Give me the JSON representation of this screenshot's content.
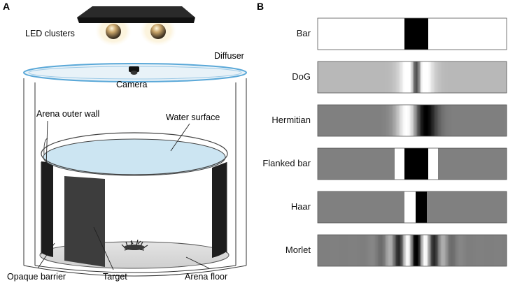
{
  "panel_a": {
    "letter": "A",
    "labels": {
      "led": "LED clusters",
      "diffuser": "Diffuser",
      "camera": "Camera",
      "outer_wall": "Arena outer wall",
      "water": "Water surface",
      "barrier": "Opaque barrier",
      "target": "Target",
      "floor": "Arena floor"
    }
  },
  "panel_b": {
    "letter": "B",
    "stimuli": [
      {
        "label": "Bar",
        "kind": "bar"
      },
      {
        "label": "DoG",
        "kind": "dog"
      },
      {
        "label": "Hermitian",
        "kind": "hermitian"
      },
      {
        "label": "Flanked bar",
        "kind": "flanked"
      },
      {
        "label": "Haar",
        "kind": "haar"
      },
      {
        "label": "Morlet",
        "kind": "morlet"
      }
    ]
  }
}
